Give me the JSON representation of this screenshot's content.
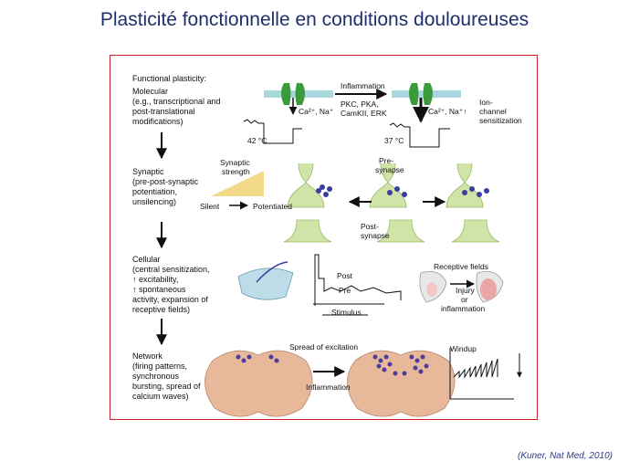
{
  "title": "Plasticité fonctionnelle en conditions douloureuses",
  "citation": "(Kuner, Nat Med, 2010)",
  "left_column": {
    "molecular": [
      "Functional plasticity:",
      "Molecular",
      "(e.g., transcriptional and",
      "post-translational",
      "modifications)"
    ],
    "synaptic": [
      "Synaptic",
      "(pre-post-synaptic",
      "potentiation,",
      "unsilencing)"
    ],
    "cellular": [
      "Cellular",
      "(central sensitization,",
      "↑ excitability,",
      "↑ spontaneous",
      "activity, expansion of",
      "receptive fields)"
    ],
    "network": [
      "Network",
      "(firing patterns,",
      "synchronous",
      "bursting, spread of",
      "calcium waves)"
    ]
  },
  "molecular_panel": {
    "inflammation": "Inflammation",
    "kinases": [
      "PKC, PKA,",
      "CamKII, ERK"
    ],
    "ions_left": "Ca²⁺, Na⁺",
    "ions_right": "Ca²⁺, Na⁺↑",
    "temp_left": "42 °C",
    "temp_right": "37 °C",
    "ion_channel": [
      "Ion-",
      "channel",
      "sensitization"
    ]
  },
  "synaptic_panel": {
    "strength": [
      "Synaptic",
      "strength"
    ],
    "silent": "Silent",
    "potentiated": "Potentiated",
    "presynapse": [
      "Pre-",
      "synapse"
    ],
    "postsynapse": [
      "Post-",
      "synapse"
    ]
  },
  "cellular_panel": {
    "post": "Post",
    "pre": "Pre",
    "stimulus": "Stimulus",
    "receptive_fields": "Receptive fields",
    "injury": [
      "Injury",
      "or",
      "inflammation"
    ]
  },
  "network_panel": {
    "spread": "Spread of excitation",
    "inflammation": "Inflammation",
    "windup": "Windup"
  },
  "colors": {
    "title": "#1f2f6b",
    "frame": "#d21e24",
    "channel": "#3b9a3b",
    "synapse": "#cfe4a6",
    "vesicle": "#3a3f9b",
    "cord": "#e8b89a",
    "skin": "#bcdde8",
    "citation": "#2b3a8c"
  }
}
